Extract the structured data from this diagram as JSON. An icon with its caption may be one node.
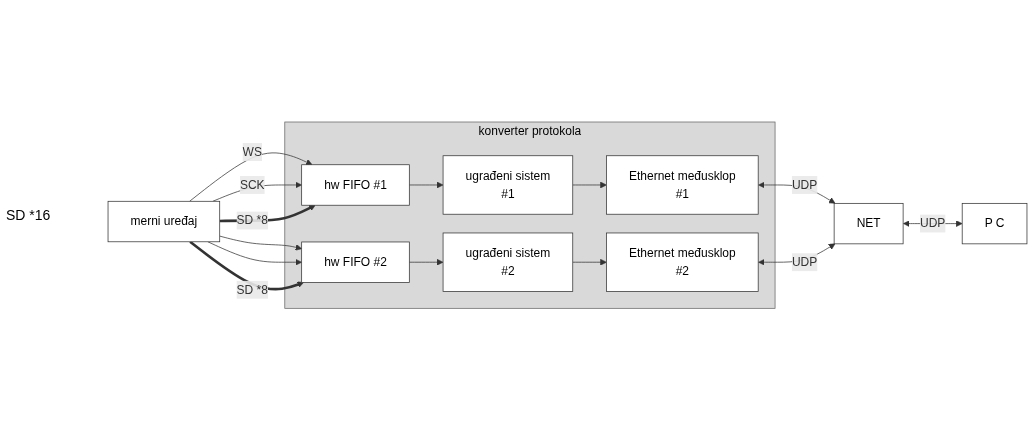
{
  "diagram": {
    "nodes": [
      {
        "text": [
          "merni uređaj"
        ]
      },
      {
        "text": [
          "konverter protokola"
        ]
      },
      {
        "text": [
          "hw FIFO #1"
        ],
        "in": 1
      },
      {
        "text": [
          "ugrađeni sistem",
          "#1"
        ],
        "in": 1
      },
      {
        "text": [
          "Ethernet međusklop",
          "#1"
        ],
        "in": 1
      },
      {
        "text": [
          "hw FIFO #2"
        ],
        "in": 1
      },
      {
        "text": [
          "ugrađeni sistem",
          "#2"
        ],
        "in": 1
      },
      {
        "text": [
          "Ethernet međusklop",
          "#2"
        ],
        "in": 1
      },
      {
        "text": [
          "NET"
        ]
      },
      {
        "text": [
          "P C"
        ]
      }
    ],
    "edges": [
      {
        "from": 0,
        "to": 2,
        "arrow": "to",
        "label": "WS"
      },
      {
        "from": 0,
        "to": 5,
        "arrow": "to"
      },
      {
        "from": 0,
        "to": 2,
        "arrow": "to",
        "label": "SCK"
      },
      {
        "from": 0,
        "to": 5,
        "arrow": "to"
      },
      {
        "from": 0,
        "to": 2,
        "arrow": "to",
        "label": "SD *8",
        "style": "thick"
      },
      {
        "from": 0,
        "to": 5,
        "arrow": "to",
        "label": "SD *8",
        "style": "thick"
      },
      {
        "from": 2,
        "to": 3,
        "arrow": "to"
      },
      {
        "from": 3,
        "to": 4,
        "arrow": "to"
      },
      {
        "from": 4,
        "to": 8,
        "arrow": "both",
        "label": "UDP"
      },
      {
        "from": 5,
        "to": 6,
        "arrow": "to"
      },
      {
        "from": 6,
        "to": 7,
        "arrow": "to"
      },
      {
        "from": 7,
        "to": 8,
        "arrow": "both",
        "label": "UDP"
      },
      {
        "from": 8,
        "to": 9,
        "arrow": "both",
        "label": "UDP"
      }
    ],
    "labels": [
      "SD *16"
    ]
  }
}
